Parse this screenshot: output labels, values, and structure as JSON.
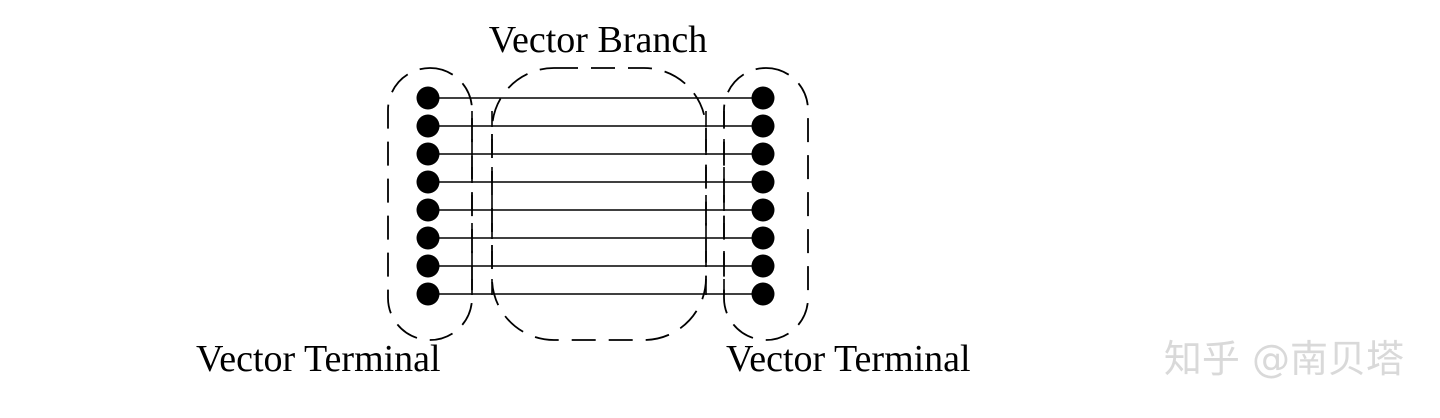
{
  "labels": {
    "branch": "Vector Branch",
    "terminal_left": "Vector Terminal",
    "terminal_right": "Vector Terminal"
  },
  "watermark": "知乎 @南贝塔",
  "wire_count": 8,
  "colors": {
    "ink": "#000000",
    "watermark": "#d9d9d9",
    "background": "#ffffff"
  }
}
